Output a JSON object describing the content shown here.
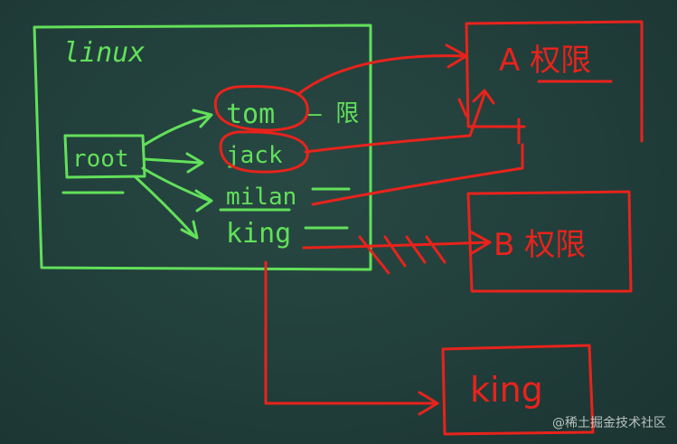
{
  "system": {
    "label": "linux"
  },
  "root": {
    "label": "root"
  },
  "users": [
    {
      "name": "tom"
    },
    {
      "name": "jack"
    },
    {
      "name": "milan"
    },
    {
      "name": "king"
    }
  ],
  "tom_note": "— 限",
  "groups": [
    {
      "label": "A 权限"
    },
    {
      "label": "B 权限"
    },
    {
      "label": "king"
    }
  ],
  "watermark": "@稀土掘金技术社区",
  "colors": {
    "chalk_green": "#62e05a",
    "chalk_red": "#e8231c",
    "board": "#213e3a"
  }
}
